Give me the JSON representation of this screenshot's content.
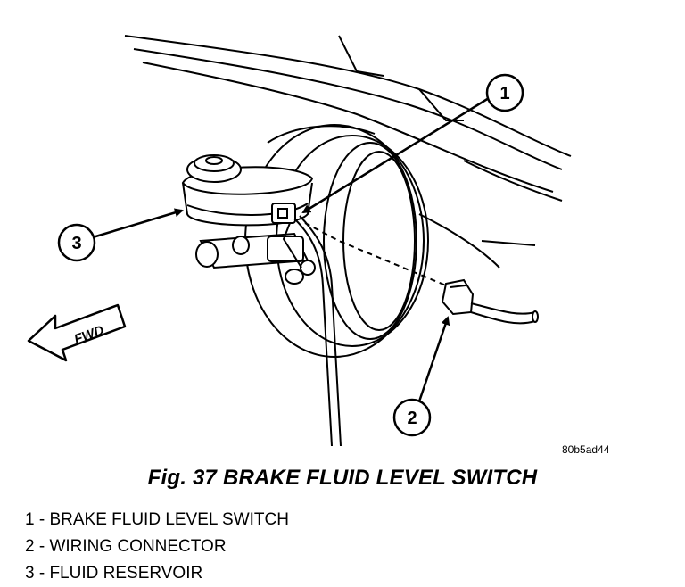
{
  "figure": {
    "callouts": [
      {
        "number": "1"
      },
      {
        "number": "2"
      },
      {
        "number": "3"
      }
    ],
    "fwd_label": "FWD",
    "image_code": "80b5ad44"
  },
  "caption": "Fig. 37 BRAKE FLUID LEVEL SWITCH",
  "legend": [
    "1 - BRAKE FLUID LEVEL SWITCH",
    "2 - WIRING CONNECTOR",
    "3 - FLUID RESERVOIR"
  ]
}
